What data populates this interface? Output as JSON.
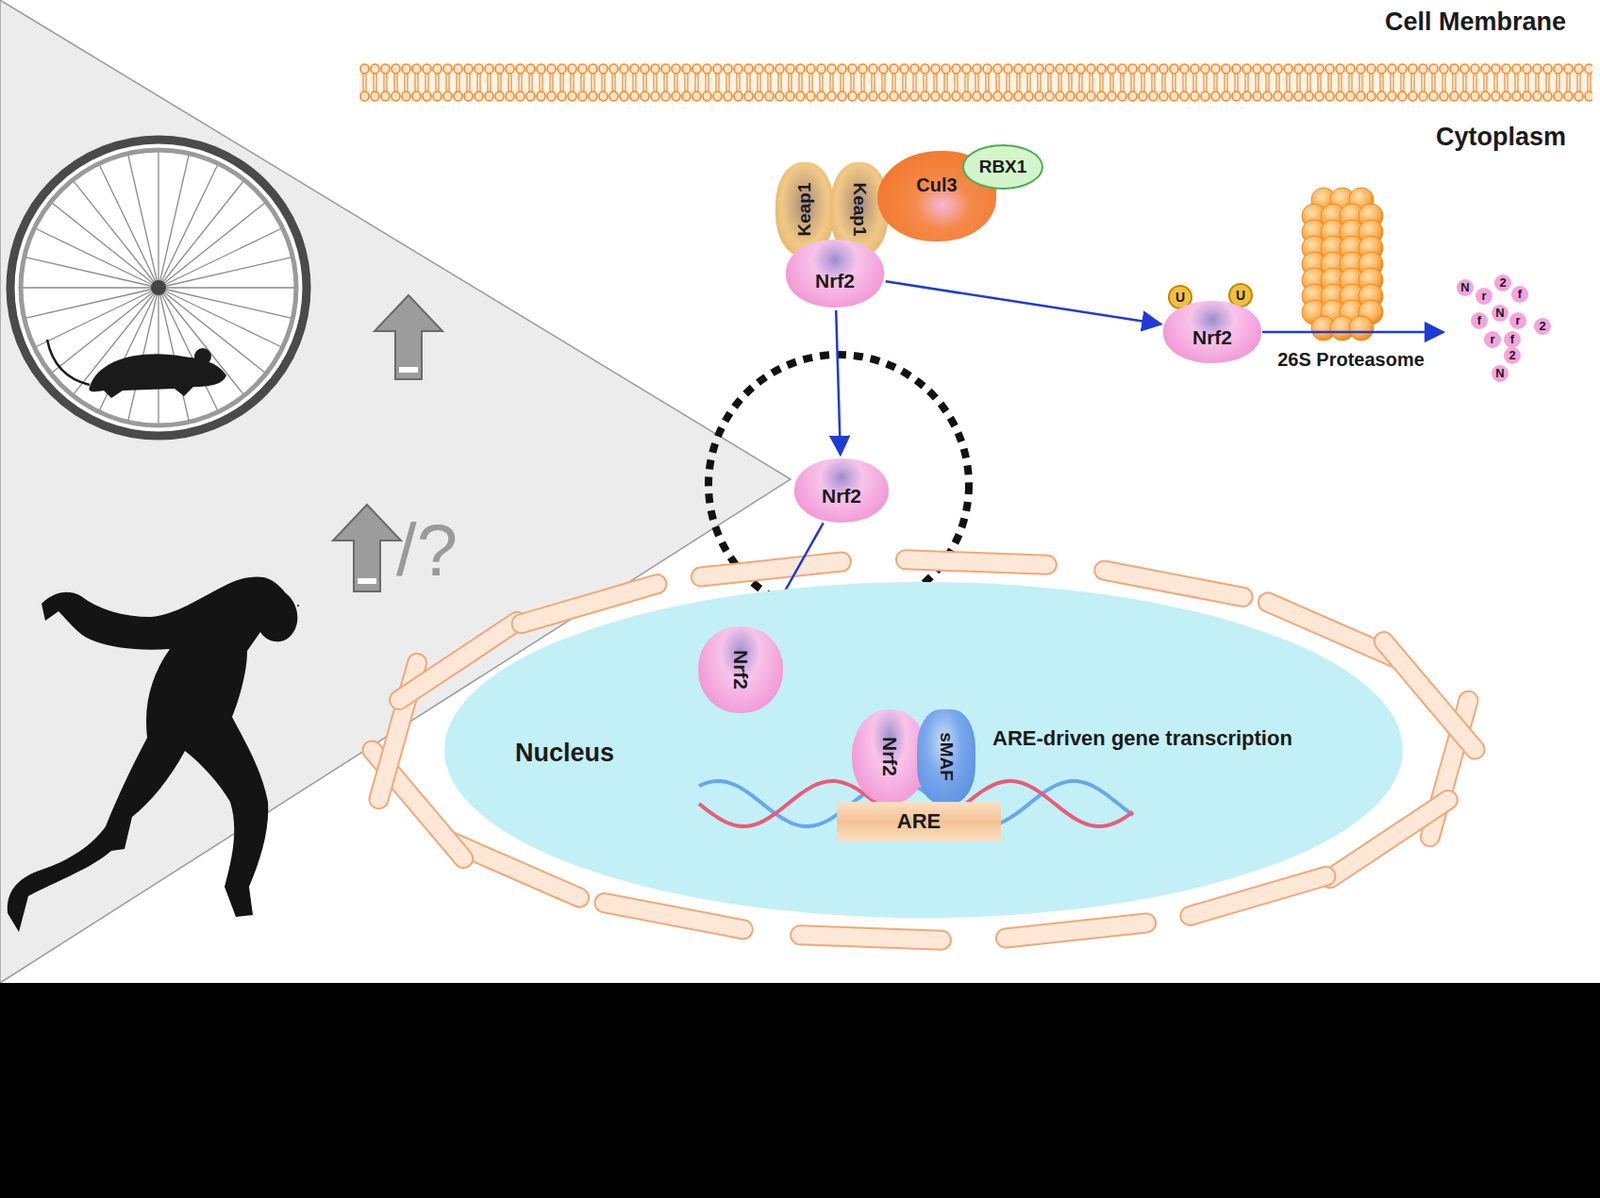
{
  "diagram": {
    "nodes": [
      {
        "text": [
          "Keap1"
        ]
      },
      {
        "text": [
          "Keap1"
        ]
      },
      {
        "text": [
          "Cul3"
        ]
      },
      {
        "text": [
          "RBX1"
        ]
      },
      {
        "text": [
          "Nrf2"
        ]
      },
      {
        "text": [
          "U"
        ]
      },
      {
        "text": [
          "U"
        ]
      },
      {
        "text": [
          "Nrf2"
        ]
      },
      {
        "text": [
          "Nrf2"
        ]
      },
      {
        "text": [
          "Nucleus"
        ]
      },
      {
        "text": [
          "Nrf2"
        ],
        "in": 9
      },
      {
        "text": [
          "Nrf2"
        ],
        "in": 9
      },
      {
        "text": [
          "sMAF"
        ],
        "in": 9
      },
      {
        "text": [
          "ARE"
        ],
        "in": 9
      }
    ],
    "edges": [
      {
        "from": 4,
        "to": 7,
        "arrow": "to"
      },
      {
        "from": 4,
        "to": 8,
        "arrow": "to"
      },
      {
        "from": 8,
        "to": 10,
        "arrow": "to"
      },
      {
        "from": 10,
        "to": 11,
        "arrow": "to"
      }
    ],
    "labels": [
      "Cell Membrane",
      "Cytoplasm",
      "26S Proteasome",
      "ARE-driven gene transcription",
      "/?",
      "N",
      "r",
      "2",
      "f",
      "f",
      "N",
      "r",
      "2",
      "r",
      "f",
      "2",
      "N"
    ]
  }
}
